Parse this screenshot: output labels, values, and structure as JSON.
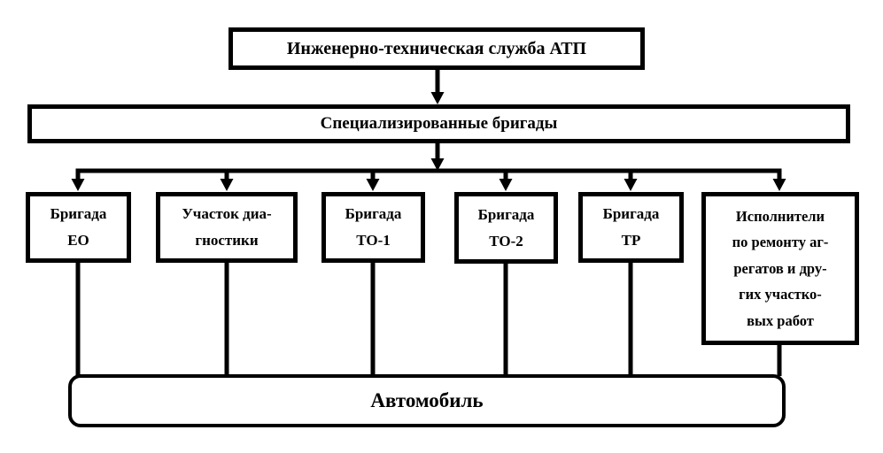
{
  "diagram": {
    "top_box": {
      "label": "Инженерно-техническая служба АТП"
    },
    "level2_box": {
      "label": "Специализированные бригады"
    },
    "unit_boxes": [
      {
        "label": "Бригада\nЕО"
      },
      {
        "label": "Участок диа-\nгностики"
      },
      {
        "label": "Бригада\nТО-1"
      },
      {
        "label": "Бригада\nТО-2"
      },
      {
        "label": "Бригада\nТР"
      },
      {
        "label": "Исполнители\nпо ремонту аг-\nрегатов и дру-\nгих участко-\nвых работ"
      }
    ],
    "bottom_box": {
      "label": "Автомобиль"
    },
    "colors": {
      "line": "#000000",
      "background": "#ffffff",
      "box_fill": "#ffffff",
      "text": "#000000"
    }
  }
}
